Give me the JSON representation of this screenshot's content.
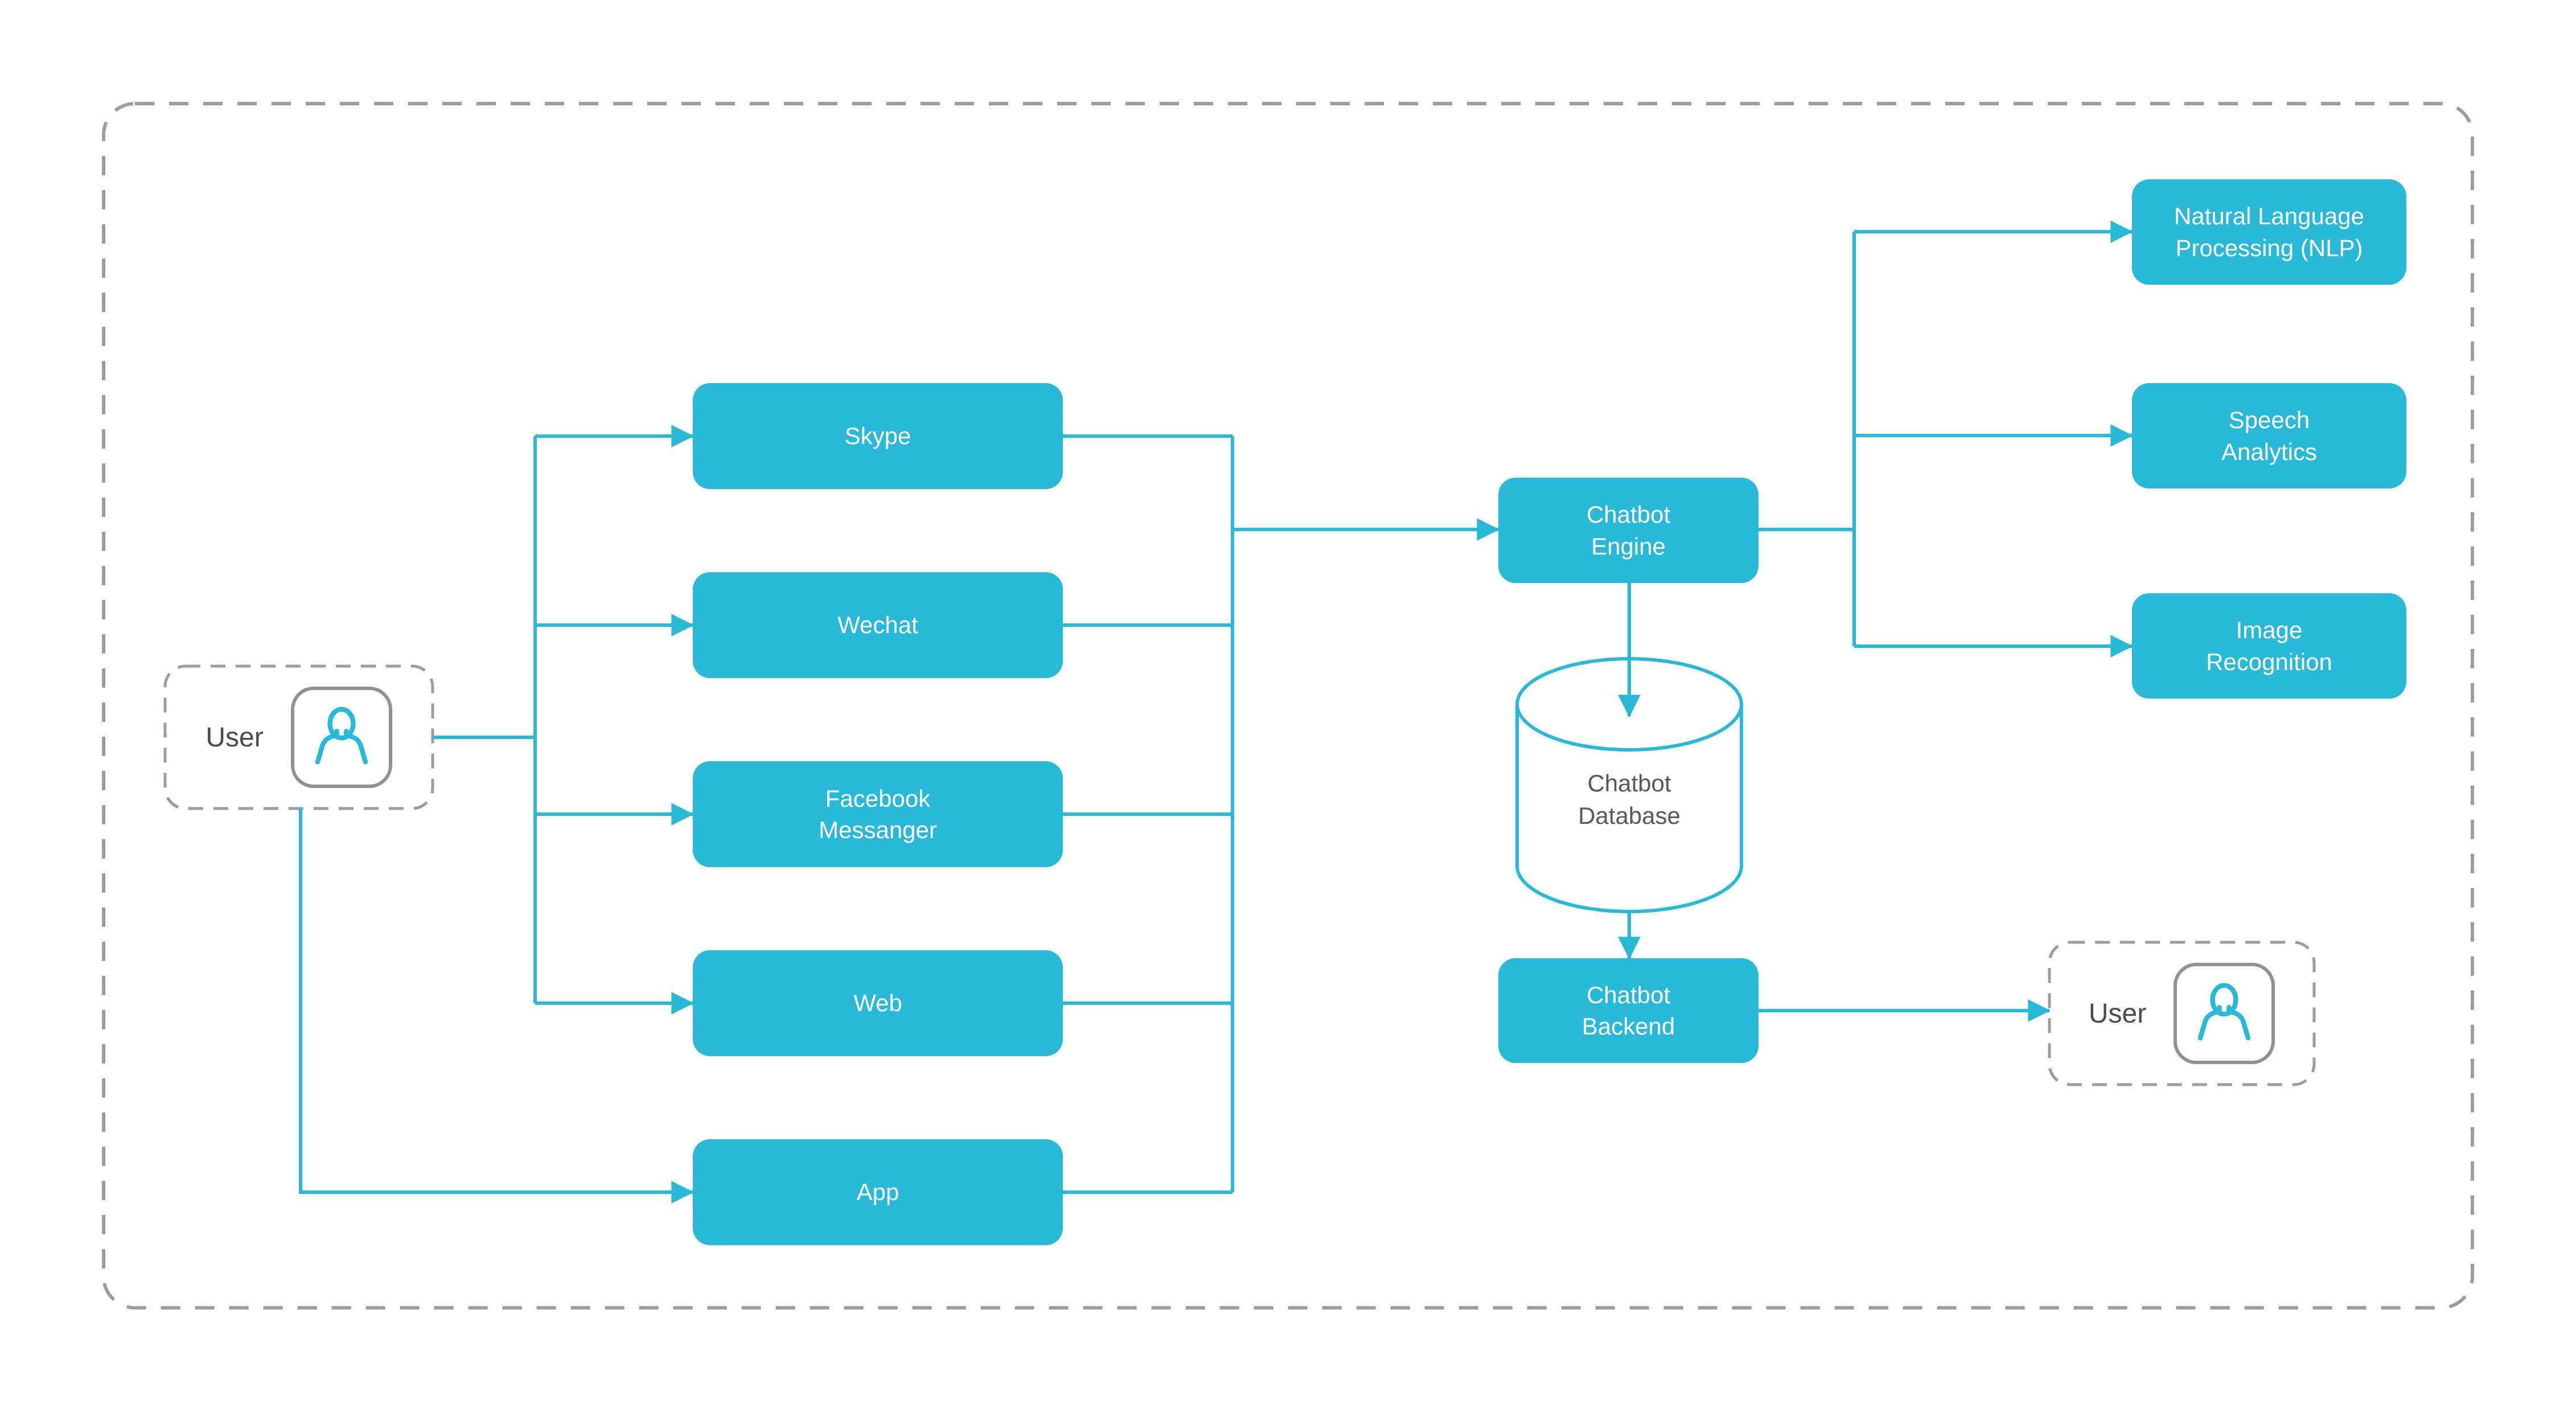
{
  "palette": {
    "accent": "#29b9d8",
    "dash_border": "#9c9c9c",
    "icon_border": "#8f9194",
    "label_text": "#4c4c4e",
    "node_text": "#ffffff",
    "database_text": "#58595b",
    "background": "#ffffff"
  },
  "nodes": {
    "user_left": {
      "label": "User",
      "icon": "person-icon"
    },
    "user_right": {
      "label": "User",
      "icon": "person-icon"
    },
    "channels": [
      {
        "id": "skype",
        "lines": [
          "Skype"
        ]
      },
      {
        "id": "wechat",
        "lines": [
          "Wechat"
        ]
      },
      {
        "id": "facebook-messanger",
        "lines": [
          "Facebook",
          "Messanger"
        ]
      },
      {
        "id": "web",
        "lines": [
          "Web"
        ]
      },
      {
        "id": "app",
        "lines": [
          "App"
        ]
      }
    ],
    "engine": {
      "lines": [
        "Chatbot",
        "Engine"
      ]
    },
    "database": {
      "lines": [
        "Chatbot",
        "Database"
      ]
    },
    "backend": {
      "lines": [
        "Chatbot",
        "Backend"
      ]
    },
    "services": [
      {
        "id": "nlp",
        "lines": [
          "Natural Language",
          "Processing (NLP)"
        ]
      },
      {
        "id": "speech-analytics",
        "lines": [
          "Speech",
          "Analytics"
        ]
      },
      {
        "id": "image-recognition",
        "lines": [
          "Image",
          "Recognition"
        ]
      }
    ]
  }
}
